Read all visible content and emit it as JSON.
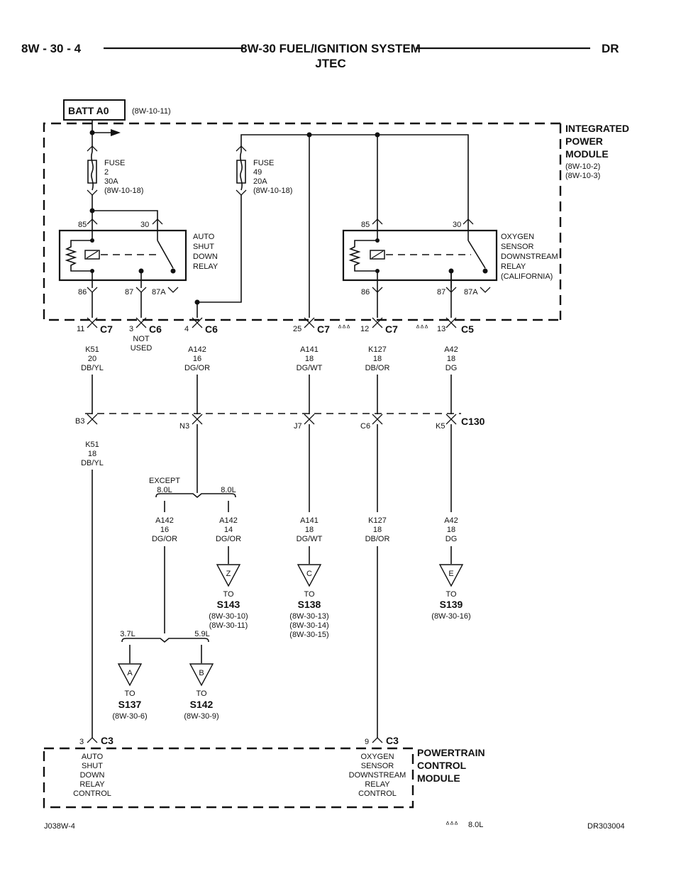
{
  "header": {
    "left": "8W - 30 - 4",
    "title": "8W-30 FUEL/IGNITION SYSTEM",
    "subtitle": "JTEC",
    "right": "DR"
  },
  "batt": {
    "label": "BATT A0",
    "ref": "(8W-10-11)"
  },
  "ipm": {
    "title": [
      "INTEGRATED",
      "POWER",
      "MODULE"
    ],
    "refs": [
      "(8W-10-2)",
      "(8W-10-3)"
    ]
  },
  "fuse2": [
    "FUSE",
    "2",
    "30A",
    "(8W-10-18)"
  ],
  "fuse49": [
    "FUSE",
    "49",
    "20A",
    "(8W-10-18)"
  ],
  "asd_relay": {
    "name": [
      "AUTO",
      "SHUT",
      "DOWN",
      "RELAY"
    ],
    "pin85": "85",
    "pin30": "30",
    "pin86": "86",
    "pin87": "87",
    "pin87a": "87A"
  },
  "o2_relay": {
    "name": [
      "OXYGEN",
      "SENSOR",
      "DOWNSTREAM",
      "RELAY",
      "(CALIFORNIA)"
    ],
    "pin85": "85",
    "pin30": "30",
    "pin86": "86",
    "pin87": "87",
    "pin87a": "87A"
  },
  "connectors": {
    "c7a": {
      "pin": "11",
      "name": "C7"
    },
    "c6a": {
      "pin": "3",
      "name": "C6",
      "note": [
        "NOT",
        "USED"
      ]
    },
    "c6b": {
      "pin": "4",
      "name": "C6"
    },
    "c7b": {
      "pin": "25",
      "name": "C7"
    },
    "c7c": {
      "pin": "12",
      "name": "C7",
      "marker": "ᐞᐞᐞ"
    },
    "c5": {
      "pin": "13",
      "name": "C5",
      "marker": "ᐞᐞᐞ"
    },
    "c130": {
      "name": "C130",
      "pins": [
        "B3",
        "N3",
        "J7",
        "C6",
        "K5"
      ]
    },
    "pcm_c3a": {
      "pin": "3",
      "name": "C3"
    },
    "pcm_c3b": {
      "pin": "9",
      "name": "C3"
    }
  },
  "wires_upper": {
    "k51": [
      "K51",
      "20",
      "DB/YL"
    ],
    "a142": [
      "A142",
      "16",
      "DG/OR"
    ],
    "a141": [
      "A141",
      "18",
      "DG/WT"
    ],
    "k127": [
      "K127",
      "18",
      "DB/OR"
    ],
    "a42": [
      "A42",
      "18",
      "DG"
    ]
  },
  "wires_lower": {
    "k51": [
      "K51",
      "18",
      "DB/YL"
    ],
    "a142a": [
      "A142",
      "16",
      "DG/OR"
    ],
    "a142b": [
      "A142",
      "14",
      "DG/OR"
    ],
    "a141": [
      "A141",
      "18",
      "DG/WT"
    ],
    "k127": [
      "K127",
      "18",
      "DB/OR"
    ],
    "a42": [
      "A42",
      "18",
      "DG"
    ]
  },
  "branch1": {
    "left": [
      "EXCEPT",
      "8.0L"
    ],
    "right": "8.0L"
  },
  "branch2": {
    "left": "3.7L",
    "right": "5.9L"
  },
  "splices": {
    "z": {
      "letter": "Z",
      "to": "TO",
      "name": "S143",
      "refs": [
        "(8W-30-10)",
        "(8W-30-11)"
      ]
    },
    "c": {
      "letter": "C",
      "to": "TO",
      "name": "S138",
      "refs": [
        "(8W-30-13)",
        "(8W-30-14)",
        "(8W-30-15)"
      ]
    },
    "e": {
      "letter": "E",
      "to": "TO",
      "name": "S139",
      "refs": [
        "(8W-30-16)"
      ]
    },
    "a": {
      "letter": "A",
      "to": "TO",
      "name": "S137",
      "refs": [
        "(8W-30-6)"
      ]
    },
    "b": {
      "letter": "B",
      "to": "TO",
      "name": "S142",
      "refs": [
        "(8W-30-9)"
      ]
    }
  },
  "pcm": {
    "title": [
      "POWERTRAIN",
      "CONTROL",
      "MODULE"
    ],
    "asd": [
      "AUTO",
      "SHUT",
      "DOWN",
      "RELAY",
      "CONTROL"
    ],
    "o2": [
      "OXYGEN",
      "SENSOR",
      "DOWNSTREAM",
      "RELAY",
      "CONTROL"
    ]
  },
  "footer": {
    "left": "J038W-4",
    "note_marker": "ᐞᐞᐞ",
    "note": "8.0L",
    "right": "DR303004"
  }
}
